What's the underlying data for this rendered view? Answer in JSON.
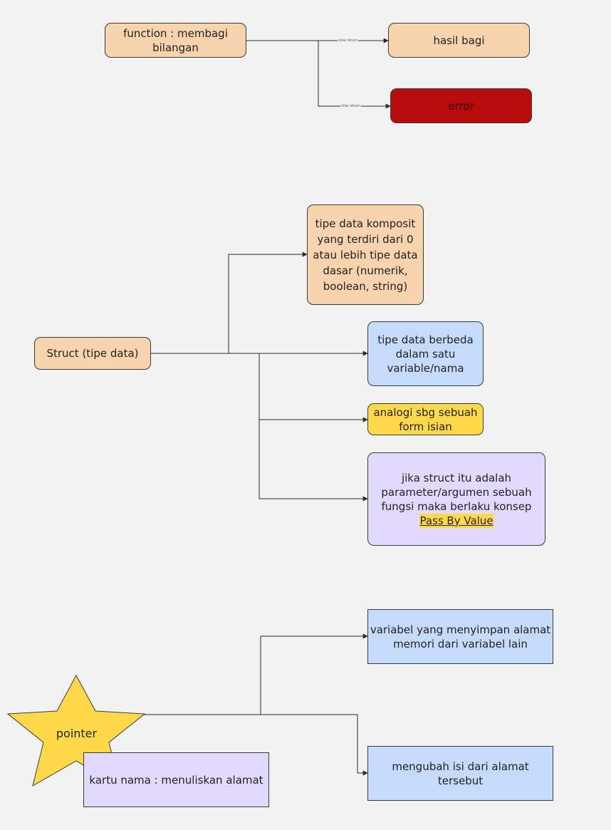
{
  "diagram1": {
    "function_node": "function : membagi\nbilangan",
    "result_node": "hasil bagi",
    "error_node": "error",
    "edge_label_top": "nilai return",
    "edge_label_bottom": "nilai return"
  },
  "diagram2": {
    "struct_node": "Struct (tipe data)",
    "definition_node": "tipe data komposit\nyang terdiri dari 0\natau lebih tipe data\ndasar (numerik,\nboolean, string)",
    "different_types_node": "tipe data berbeda\ndalam satu\nvariable/nama",
    "analogy_node": "analogi sbg sebuah\nform isian",
    "pass_by_value_node": "jika struct itu adalah\nparameter/argumen sebuah\nfungsi maka berlaku konsep",
    "pass_by_value_highlight": "Pass By Value"
  },
  "diagram3": {
    "pointer_node": "pointer",
    "address_node": "variabel yang menyimpan alamat\nmemori dari variabel lain",
    "modify_node": "mengubah isi dari alamat\ntersebut",
    "name_card_node": "kartu nama : menuliskan alamat"
  },
  "colors": {
    "peach": "#f7d3ae",
    "red": "#b80c0c",
    "blue": "#c5dbfb",
    "yellow": "#ffd94a",
    "lavender": "#e1dafc",
    "star": "#ffd94a",
    "background": "#f2f2f2",
    "connector": "#2b2b2b"
  }
}
